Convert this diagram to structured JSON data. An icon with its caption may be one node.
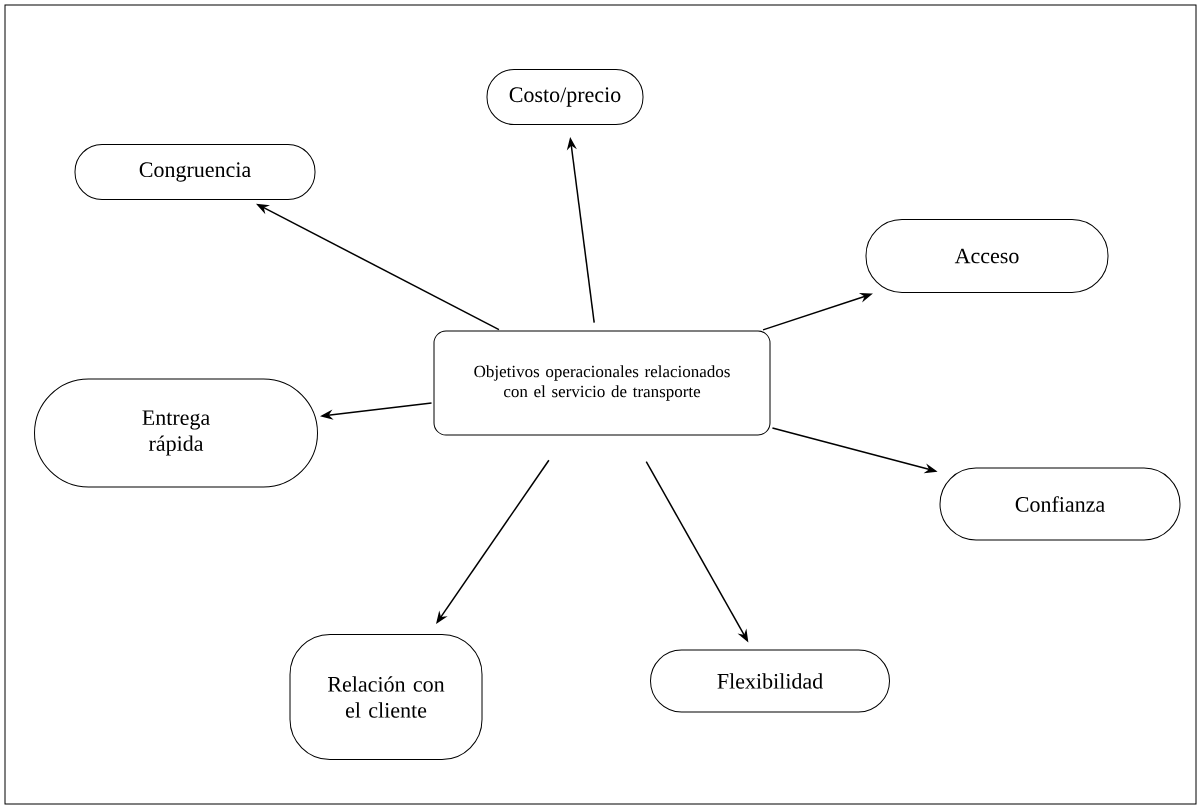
{
  "diagram": {
    "nodes": [
      {
        "text": [
          "Objetivos operacionales relacionados con el servicio de transporte"
        ]
      },
      {
        "text": [
          "Costo/precio"
        ]
      },
      {
        "text": [
          "Congruencia"
        ]
      },
      {
        "text": [
          "Acceso"
        ]
      },
      {
        "text": [
          "Entrega rápida"
        ]
      },
      {
        "text": [
          "Confianza"
        ]
      },
      {
        "text": [
          "Relación con el cliente"
        ]
      },
      {
        "text": [
          "Flexibilidad"
        ]
      }
    ],
    "edges": [
      {
        "from": 0,
        "to": 1,
        "arrow": "to"
      },
      {
        "from": 0,
        "to": 2,
        "arrow": "to"
      },
      {
        "from": 0,
        "to": 3,
        "arrow": "to"
      },
      {
        "from": 0,
        "to": 4,
        "arrow": "to"
      },
      {
        "from": 0,
        "to": 5,
        "arrow": "to"
      },
      {
        "from": 0,
        "to": 6,
        "arrow": "to"
      },
      {
        "from": 0,
        "to": 7,
        "arrow": "to"
      }
    ]
  }
}
